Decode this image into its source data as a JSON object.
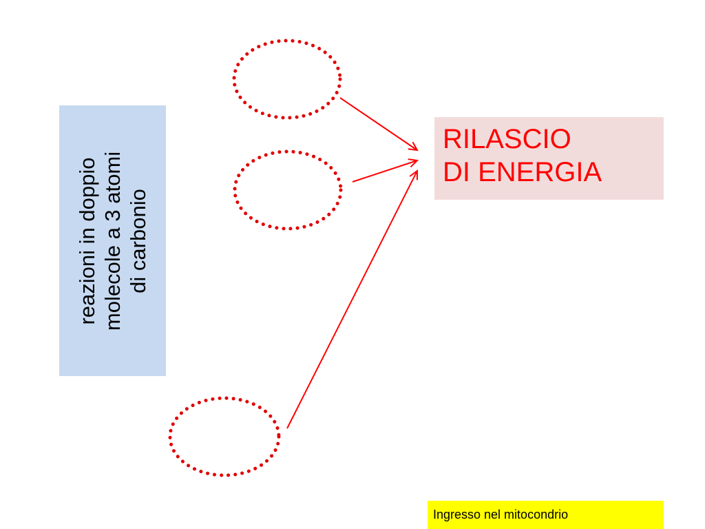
{
  "vertical_box": {
    "lines": [
      "reazioni in doppio",
      "molecole a 3 atomi",
      "di carbonio"
    ],
    "color": "#c6d9f1"
  },
  "energy_box": {
    "lines": [
      "RILASCIO",
      "DI ENERGIA"
    ],
    "text_color": "#ff0000",
    "bg_color": "#f2dcdb"
  },
  "footer": {
    "label": "Ingresso nel mitocondrio",
    "bg_color": "#ffff00"
  },
  "colors": {
    "accent": "#ff0000"
  }
}
